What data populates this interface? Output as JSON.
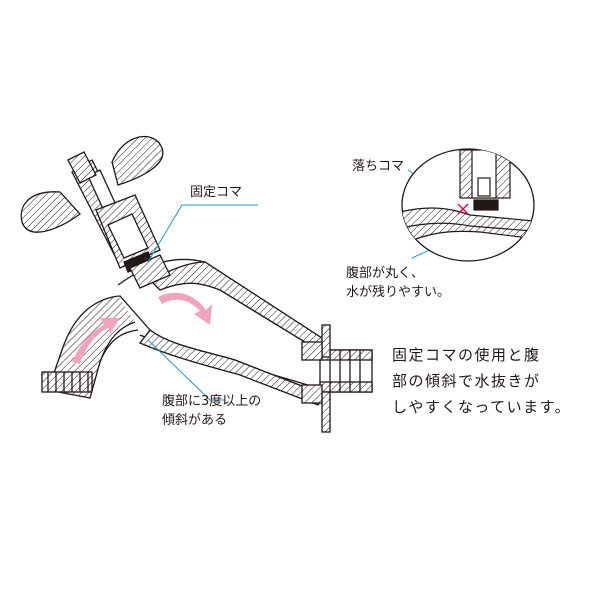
{
  "labels": {
    "fixed_koma": "固定コマ",
    "falling_koma": "落ちコマ",
    "belly_round_line1": "腹部が丸く、",
    "belly_round_line2": "水が残りやすい。",
    "belly_slope_line1": "腹部に3度以上の",
    "belly_slope_line2": "傾斜がある"
  },
  "caption": {
    "line1": "固定コマの使用と腹",
    "line2": "部の傾斜で水抜きが",
    "line3": "しやすくなっています。"
  },
  "colors": {
    "outline": "#231815",
    "leader": "#1a9bd7",
    "arrow": "#f2a3c0",
    "cross": "#e4005a"
  }
}
